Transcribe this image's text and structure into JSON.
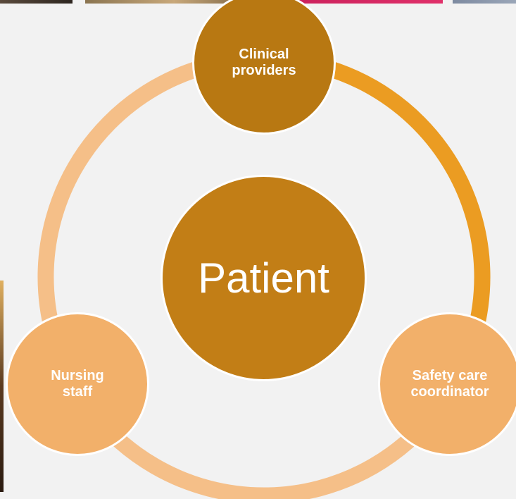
{
  "diagram": {
    "center": {
      "label": "Patient",
      "color": "#c27e16"
    },
    "nodes": [
      {
        "id": "clinical",
        "label": "Clinical\nproviders",
        "color": "#b87812"
      },
      {
        "id": "nursing",
        "label": "Nursing\nstaff",
        "color": "#f2b06a"
      },
      {
        "id": "safety",
        "label": "Safety care\ncoordinator",
        "color": "#f2b06a"
      }
    ],
    "ring_colors": {
      "clinical_to_safety": "#eb9c22",
      "safety_to_nursing": "#f5bf88",
      "nursing_to_clinical": "#f5bf88"
    }
  }
}
